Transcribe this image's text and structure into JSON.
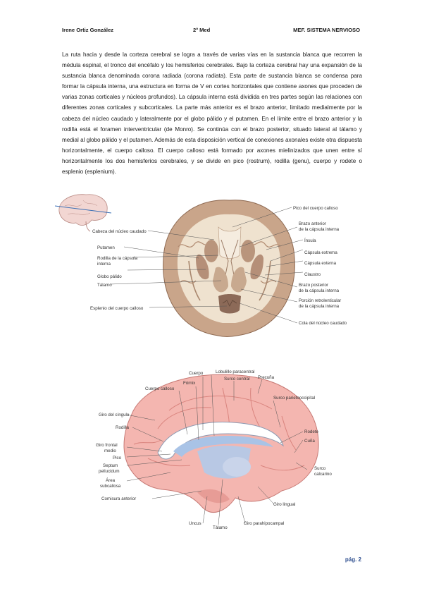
{
  "header": {
    "author": "Irene Ortiz González",
    "course": "2º Med",
    "subject": "MEF. SISTEMA NERVIOSO"
  },
  "paragraph": "La ruta hacia y desde la corteza cerebral se logra a través de varias vías en la sustancia blanca que recorren la médula espinal, el tronco del encéfalo y los hemisferios cerebrales. Bajo la corteza cerebral hay una expansión de la sustancia blanca denominada corona radiada (corona radiata). Esta parte de sustancia blanca se condensa para formar la cápsula interna, una estructura en forma de V en cortes horizontales que contiene axones que proceden de varias zonas corticales y núcleos profundos). La cápsula interna está dividida en tres partes según las relaciones con diferentes zonas corticales y subcorticales. La parte más anterior es el brazo anterior, limitado medialmente por la cabeza del núcleo caudado y lateralmente por el globo pálido y el putamen. En el límite entre el brazo anterior y la rodilla está el foramen interventricular (de Monro). Se continúa con el brazo posterior, situado lateral al tálamo y medial al globo pálido y el putamen. Además de esta disposición vertical de conexiones axonales existe otra dispuesta horizontalmente, el cuerpo calloso. El cuerpo calloso está formado por axones mielinizados que unen entre sí horizontalmente los dos hemisferios cerebrales, y se divide en pico (rostrum), rodilla (genu), cuerpo y rodete o esplenio (esplenium).",
  "figure1": {
    "left_labels": [
      "Cabeza del núcleo caudado",
      "Putamen",
      "Rodilla de la cápsula",
      "interna",
      "Globo pálido",
      "Tálamo",
      "Esplenio del cuerpo calloso"
    ],
    "right_labels": [
      "Pico del cuerpo calloso",
      "Brazo anterior",
      "de la cápsula interna",
      "Ínsula",
      "Cápsula extrema",
      "Cápsula externa",
      "Claustro",
      "Brazo posterior",
      "de la cápsula interna",
      "Porción retrolenticular",
      "de la cápsula interna",
      "Cola del núcleo caudado"
    ]
  },
  "figure2": {
    "labels": [
      "Cuerpo",
      "Lobulillo paracentral",
      "Fórnix",
      "Surco central",
      "Precuña",
      "Cuerpo calloso",
      "Surco parietooccipital",
      "Giro del cíngulo",
      "Rodilla",
      "Rodete",
      "Cuña",
      "Giro frontal",
      "medio",
      "Pico",
      "Septum",
      "pellucidum",
      "Surco",
      "calcarino",
      "Área",
      "subcallosa",
      "Comisura anterior",
      "Giro lingual",
      "Uncus",
      "Tálamo",
      "Giro parahipocampal"
    ]
  },
  "page_number": "pág. 2"
}
